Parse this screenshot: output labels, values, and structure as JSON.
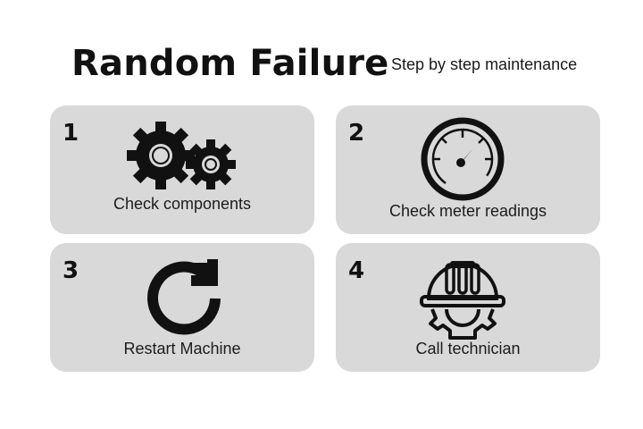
{
  "header": {
    "title": "Random Failure",
    "subtitle": "Step by step maintenance"
  },
  "steps": [
    {
      "number": "1",
      "label": "Check components",
      "icon": "gears-icon"
    },
    {
      "number": "2",
      "label": "Check meter readings",
      "icon": "gauge-icon"
    },
    {
      "number": "3",
      "label": "Restart Machine",
      "icon": "restart-icon"
    },
    {
      "number": "4",
      "label": "Call technician",
      "icon": "technician-helmet-icon"
    }
  ],
  "colors": {
    "card_bg": "#d9d9d9",
    "icon": "#111111",
    "text": "#111111"
  }
}
